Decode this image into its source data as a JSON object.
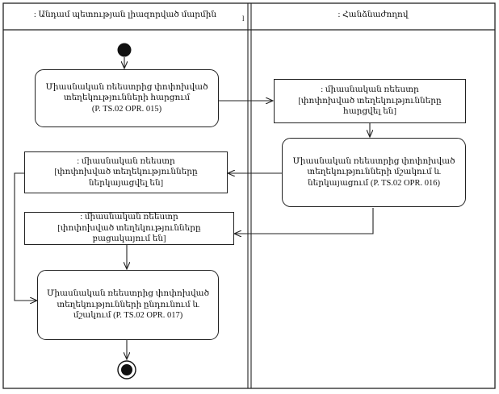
{
  "lanes": {
    "left_title": ": Անդամ պետության լիազորված մարմին",
    "right_title": ": Հանձնաժողով",
    "left_mark": "l"
  },
  "nodes": {
    "request_action": {
      "line1": "Միասնական ռեեստրից փոփոխված",
      "line2": "տեղեկությունների հարցում",
      "line3": "(P. TS.02 OPR. 015)"
    },
    "obj_requested": {
      "line1": ": միասնական ռեեստր",
      "line2": "[փոփոխված տեղեկությունները հարցվել են]"
    },
    "process_action": {
      "line1": "Միասնական ռեեստրից փոփոխված",
      "line2": "տեղեկությունների մշակում և",
      "line3": "ներկայացում (P. TS.02 OPR. 016)"
    },
    "obj_presented": {
      "line1": ": միասնական ռեեստր",
      "line2": "[փոփոխված տեղեկությունները ներկայացվել են]"
    },
    "obj_missing": {
      "line1": ": միասնական ռեեստր",
      "line2": "[փոփոխված տեղեկությունները բացակայում են]"
    },
    "receive_action": {
      "line1": "Միասնական ռեեստրից փոփոխված",
      "line2": "տեղեկությունների ընդունում և",
      "line3": "մշակում (P. TS.02 OPR. 017)"
    }
  }
}
